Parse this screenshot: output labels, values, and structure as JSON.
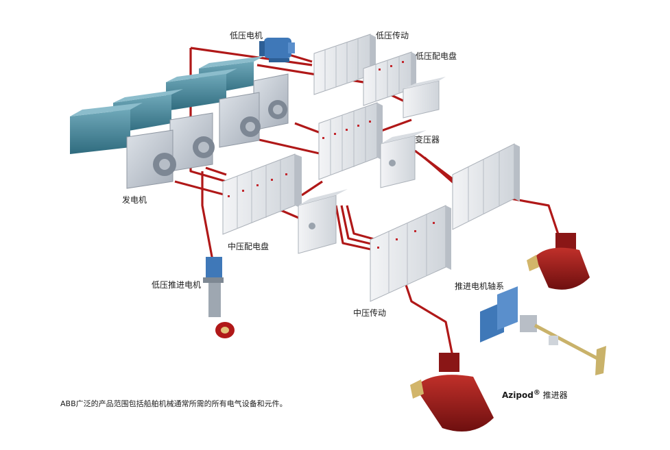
{
  "labels": {
    "lv_motor": "低压电机",
    "lv_drive": "低压传动",
    "lv_switchboard": "低压配电盘",
    "transformer": "变压器",
    "generator": "发电机",
    "mv_switchboard": "中压配电盘",
    "lv_propulsion_motor": "低压推进电机",
    "mv_drive": "中压传动",
    "propulsion_shaft": "推进电机轴系",
    "azipod_name": "Azipod",
    "azipod_mark": "®",
    "azipod_suffix": " 推进器"
  },
  "caption": "ABB广泛的产品范围包括船舶机械通常所需的所有电气设备和元件。",
  "colors": {
    "cable": "#b01818",
    "cabinet": "#e9ecef",
    "engine": "#4f8fa3",
    "generator": "#c5cbd3",
    "pod": "#9a1a1a",
    "shaft": "#c9b26a",
    "motor_blue": "#3f78b8"
  }
}
